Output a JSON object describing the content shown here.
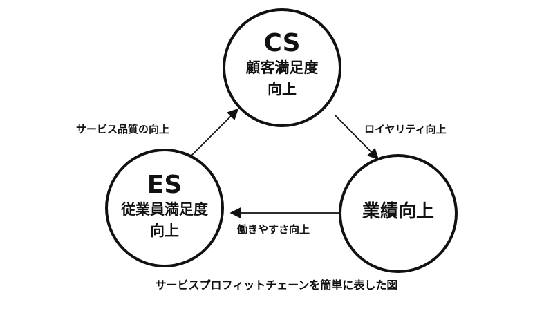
{
  "diagram": {
    "nodes": {
      "cs": {
        "abbr": "CS",
        "line1": "顧客満足度",
        "line2": "向上"
      },
      "es": {
        "abbr": "ES",
        "line1": "従業員満足度",
        "line2": "向上"
      },
      "perf": {
        "label": "業績向上"
      }
    },
    "edges": {
      "es_to_cs": "サービス品質の向上",
      "cs_to_perf": "ロイヤリティ向上",
      "perf_to_es": "働きやすさ向上"
    },
    "caption": "サービスプロフィットチェーンを簡単に表した図"
  },
  "colors": {
    "stroke": "#111111",
    "background": "#ffffff"
  }
}
